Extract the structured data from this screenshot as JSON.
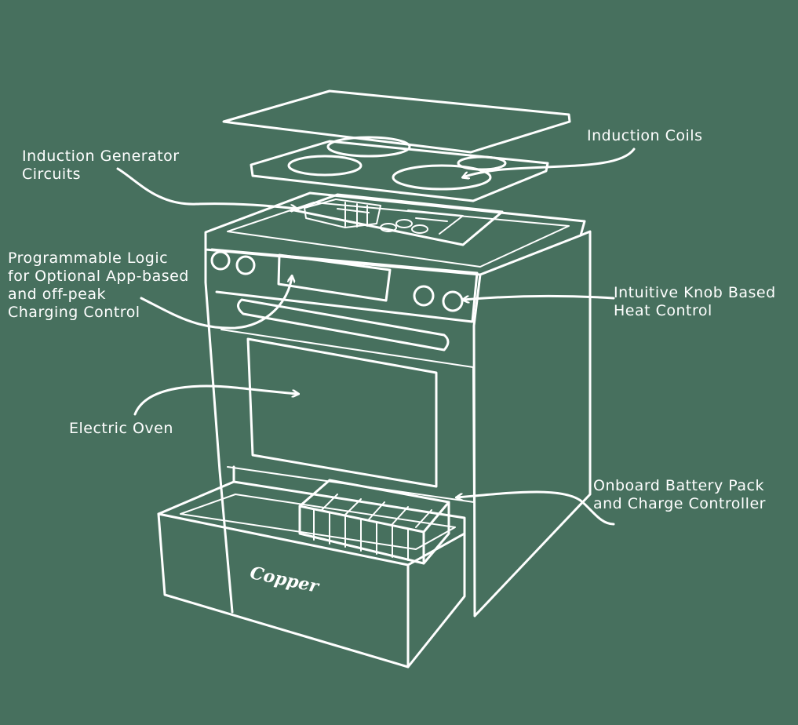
{
  "colors": {
    "background": "#47705e",
    "ink": "#ffffff"
  },
  "labels": {
    "induction_coils": "Induction Coils",
    "induction_generator": "Induction Generator\nCircuits",
    "programmable_logic": "Programmable Logic\nfor Optional App-based\nand off-peak\nCharging Control",
    "knob_control": "Intuitive Knob Based\nHeat Control",
    "electric_oven": "Electric Oven",
    "battery_pack": "Onboard Battery Pack\nand Charge Controller"
  },
  "logo_text": "Copper"
}
